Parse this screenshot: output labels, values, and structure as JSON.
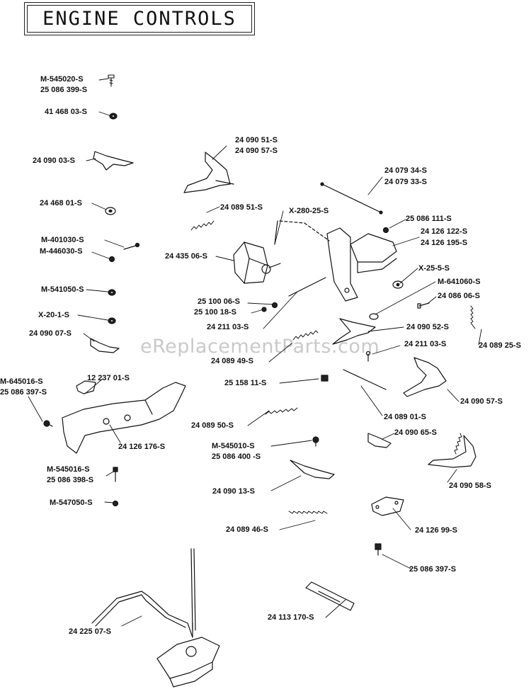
{
  "title": "ENGINE CONTROLS",
  "watermark": "eReplacementParts.com",
  "labels": [
    "M-545020-S",
    "25 086 399-S",
    "41 468 03-S",
    "24 090 03-S",
    "24 468 01-S",
    "M-401030-S",
    "M-446030-S",
    "M-541050-S",
    "X-20-1-S",
    "24 090 07-S",
    "M-645016-S",
    "25 086 397-S",
    "12 237 01-S",
    "24 126 176-S",
    "M-545016-S",
    "25 086 398-S",
    "M-547050-S",
    "24 225 07-S",
    "24 090 51-S",
    "24 090 57-S",
    "24 089 51-S",
    "X-280-25-S",
    "24 435 06-S",
    "25 100 06-S",
    "25 100 18-S",
    "24 211 03-S",
    "24 089 49-S",
    "25 158 11-S",
    "24 089 50-S",
    "M-545010-S",
    "25 086 400 -S",
    "24 090 13-S",
    "24 089 46-S",
    "24 113 170-S",
    "24 079 34-S",
    "24 079 33-S",
    "25 086 111-S",
    "24 126 122-S",
    "24 126 195-S",
    "X-25-5-S",
    "M-641060-S",
    "24 086 06-S",
    "24 090 52-S",
    "24 211 03-S",
    "24 089 25-S",
    "24 090 57-S",
    "24 089 01-S",
    "24 090 65-S",
    "24 090 58-S",
    "24 126 99-S",
    "25 086 397-S"
  ],
  "colors": {
    "ink": "#111111",
    "watermark": "#c9c9c9",
    "background": "#ffffff"
  }
}
